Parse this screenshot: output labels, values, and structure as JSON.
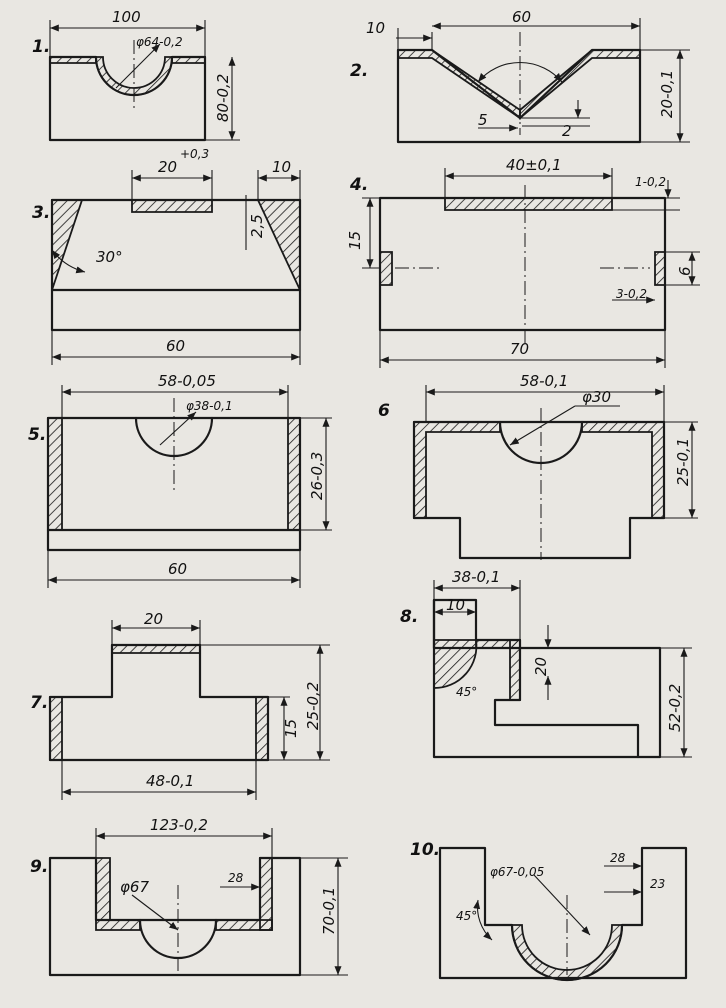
{
  "figures": [
    {
      "number": "1.",
      "dims": {
        "width": "100",
        "diameter": "φ64-0,2",
        "height": "80-0,2"
      }
    },
    {
      "number": "2.",
      "dims": {
        "left": "10",
        "width": "60",
        "height": "20-0,1",
        "bottom": "5",
        "depth": "2"
      }
    },
    {
      "number": "3.",
      "dims": {
        "slot": "20",
        "slot_tol": "+0,3",
        "right": "10",
        "angle": "30°",
        "depth": "2,5",
        "width": "60"
      }
    },
    {
      "number": "4.",
      "dims": {
        "top": "40±0,1",
        "depth": "1-0,2",
        "left": "15",
        "right": "6",
        "groove": "3-0,2",
        "width": "70"
      }
    },
    {
      "number": "5.",
      "dims": {
        "top": "58-0,05",
        "diameter": "φ38-0,1",
        "height": "26-0,3",
        "width": "60"
      }
    },
    {
      "number": "6",
      "dims": {
        "top": "58-0,1",
        "diameter": "φ30",
        "height": "25-0,1"
      }
    },
    {
      "number": "7.",
      "dims": {
        "top": "20",
        "inner": "15",
        "height": "25-0,2",
        "width": "48-0,1"
      }
    },
    {
      "number": "8.",
      "dims": {
        "top": "38-0,1",
        "left": "10",
        "step": "20",
        "angle": "45°",
        "height": "52-0,2"
      }
    },
    {
      "number": "9.",
      "dims": {
        "top": "123-0,2",
        "diameter": "φ67",
        "wall": "28",
        "height": "70-0,1"
      }
    },
    {
      "number": "10.",
      "dims": {
        "diameter": "φ67-0,05",
        "wall": "28",
        "right": "23",
        "angle": "45°"
      }
    }
  ]
}
